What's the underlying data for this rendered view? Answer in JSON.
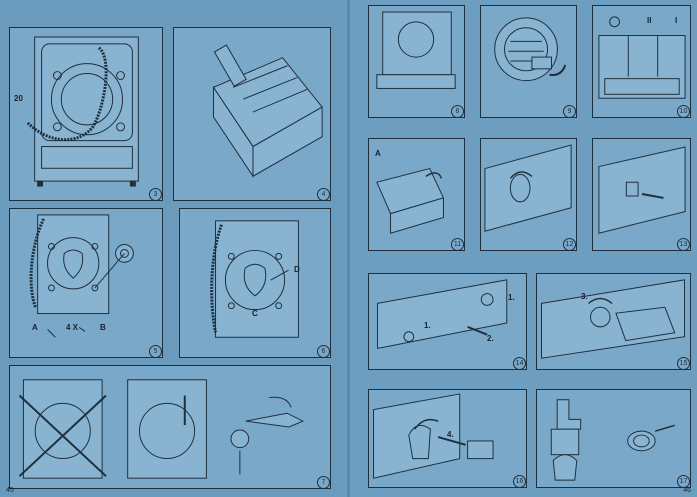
{
  "page_numbers": {
    "left": "45",
    "right": "46"
  },
  "figures": [
    {
      "number": "3",
      "labels": [
        "20"
      ]
    },
    {
      "number": "4",
      "labels": []
    },
    {
      "number": "5",
      "labels": [
        "A",
        "4 X",
        "B"
      ]
    },
    {
      "number": "6",
      "labels": [
        "D",
        "C"
      ]
    },
    {
      "number": "7",
      "labels": []
    },
    {
      "number": "8",
      "labels": []
    },
    {
      "number": "9",
      "labels": []
    },
    {
      "number": "10",
      "labels": [
        "I",
        "II"
      ]
    },
    {
      "number": "11",
      "labels": [
        "A"
      ]
    },
    {
      "number": "12",
      "labels": []
    },
    {
      "number": "13",
      "labels": []
    },
    {
      "number": "14",
      "labels": [
        "1.",
        "1.",
        "2."
      ]
    },
    {
      "number": "15",
      "labels": [
        "3."
      ]
    },
    {
      "number": "16",
      "labels": [
        "4."
      ]
    },
    {
      "number": "17",
      "labels": []
    }
  ],
  "colors": {
    "page": "#6a9bbd",
    "panel": "#7aa8c8",
    "ink": "#1e2f3d"
  },
  "icons": [
    "washing-machine",
    "detergent-drawer",
    "wrench",
    "hose",
    "filter",
    "arrow"
  ]
}
